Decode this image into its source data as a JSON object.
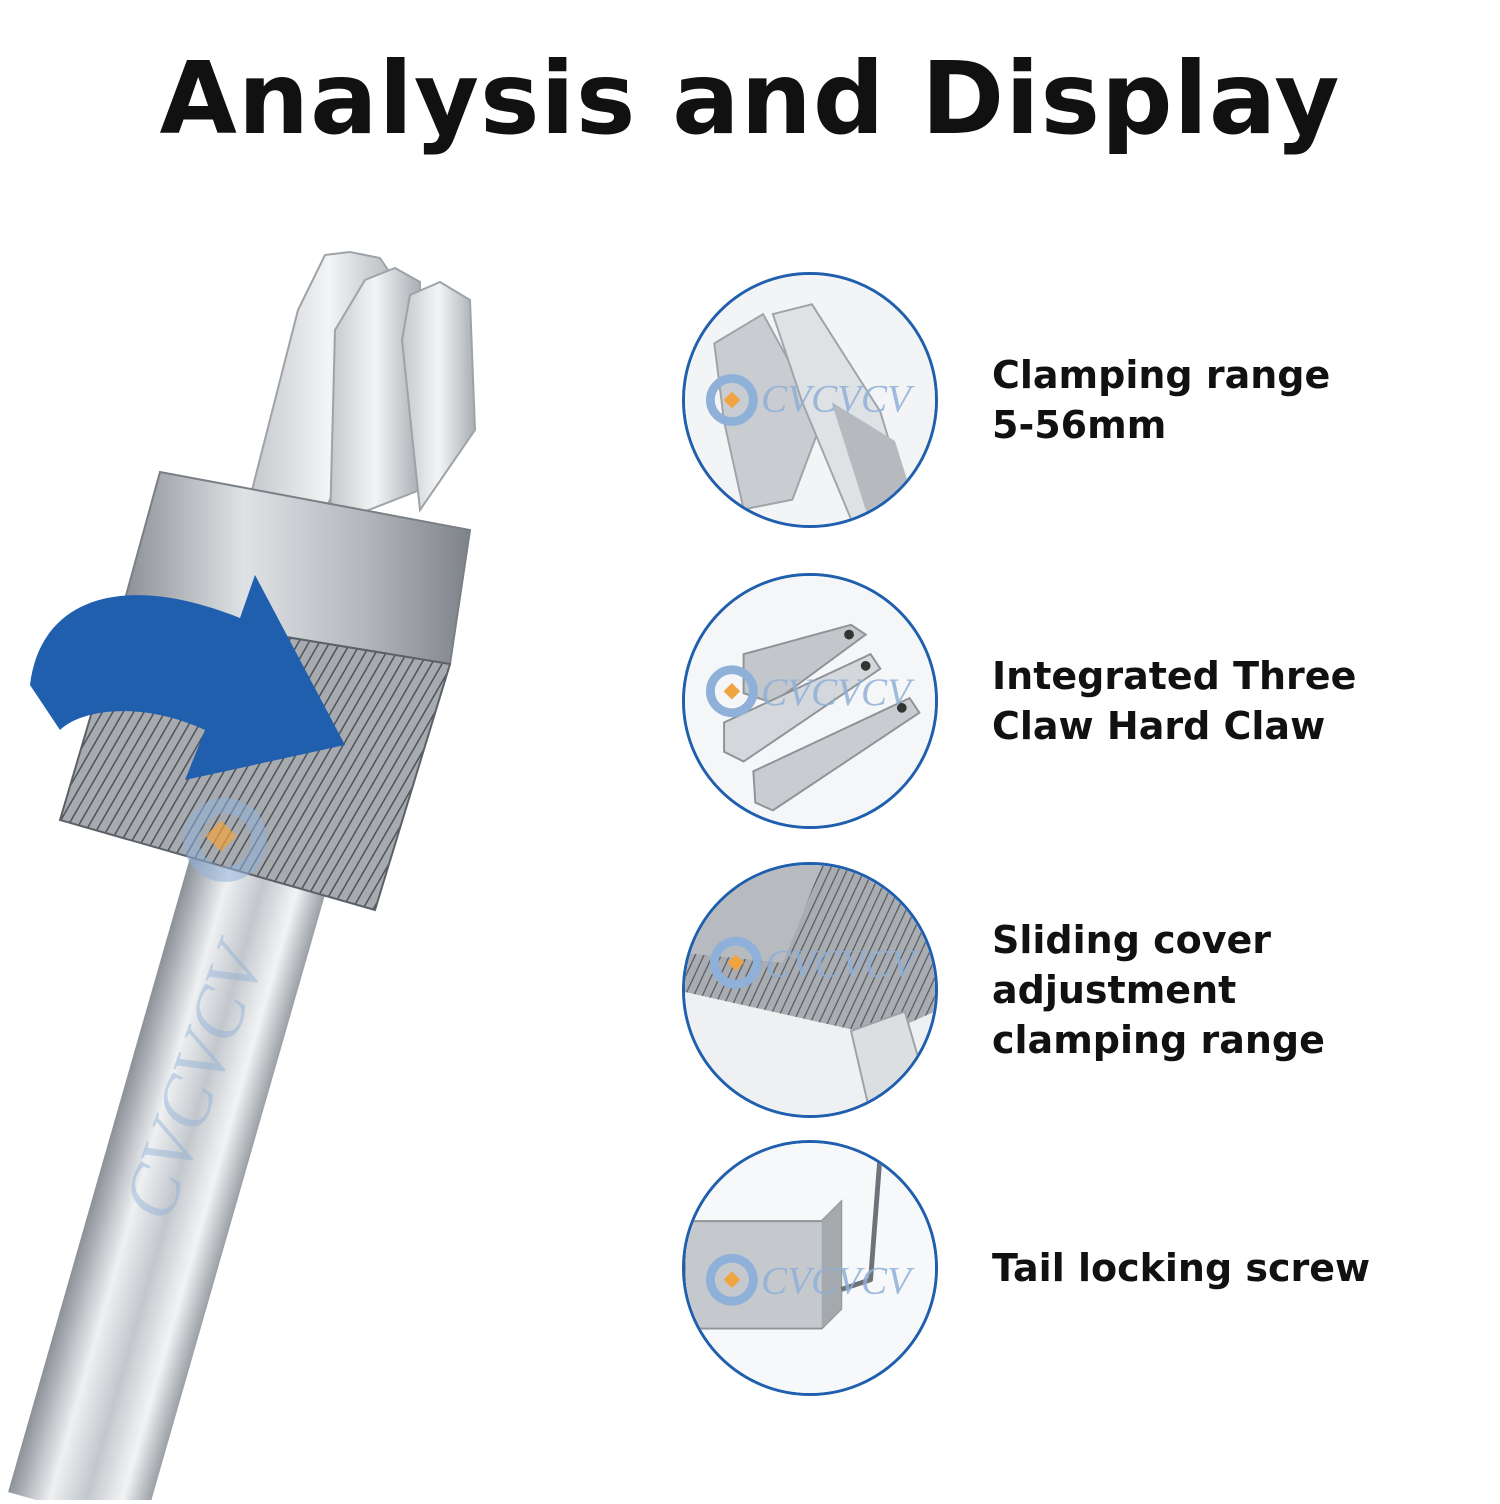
{
  "title": "Analysis and Display",
  "watermark": "CVCVCV",
  "icons": {
    "hero": "three-claw-chuck-tool-image",
    "rotate_arrow": "rotate-arrow-icon"
  },
  "colors": {
    "accent_blue": "#1f5fae",
    "watermark_orange": "#f0a440",
    "metal": "#b9bec4"
  },
  "features": [
    {
      "line1": "Clamping range",
      "line2": "5-56mm",
      "icon": "claw-tips-closeup-icon"
    },
    {
      "line1": "Integrated Three",
      "line2": "Claw Hard Claw",
      "icon": "three-jaws-icon"
    },
    {
      "line1": "Sliding cover adjustment",
      "line2": "clamping range",
      "icon": "knurled-sleeve-icon"
    },
    {
      "line1": "Tail locking screw",
      "line2": "",
      "icon": "hex-key-screw-icon"
    }
  ]
}
